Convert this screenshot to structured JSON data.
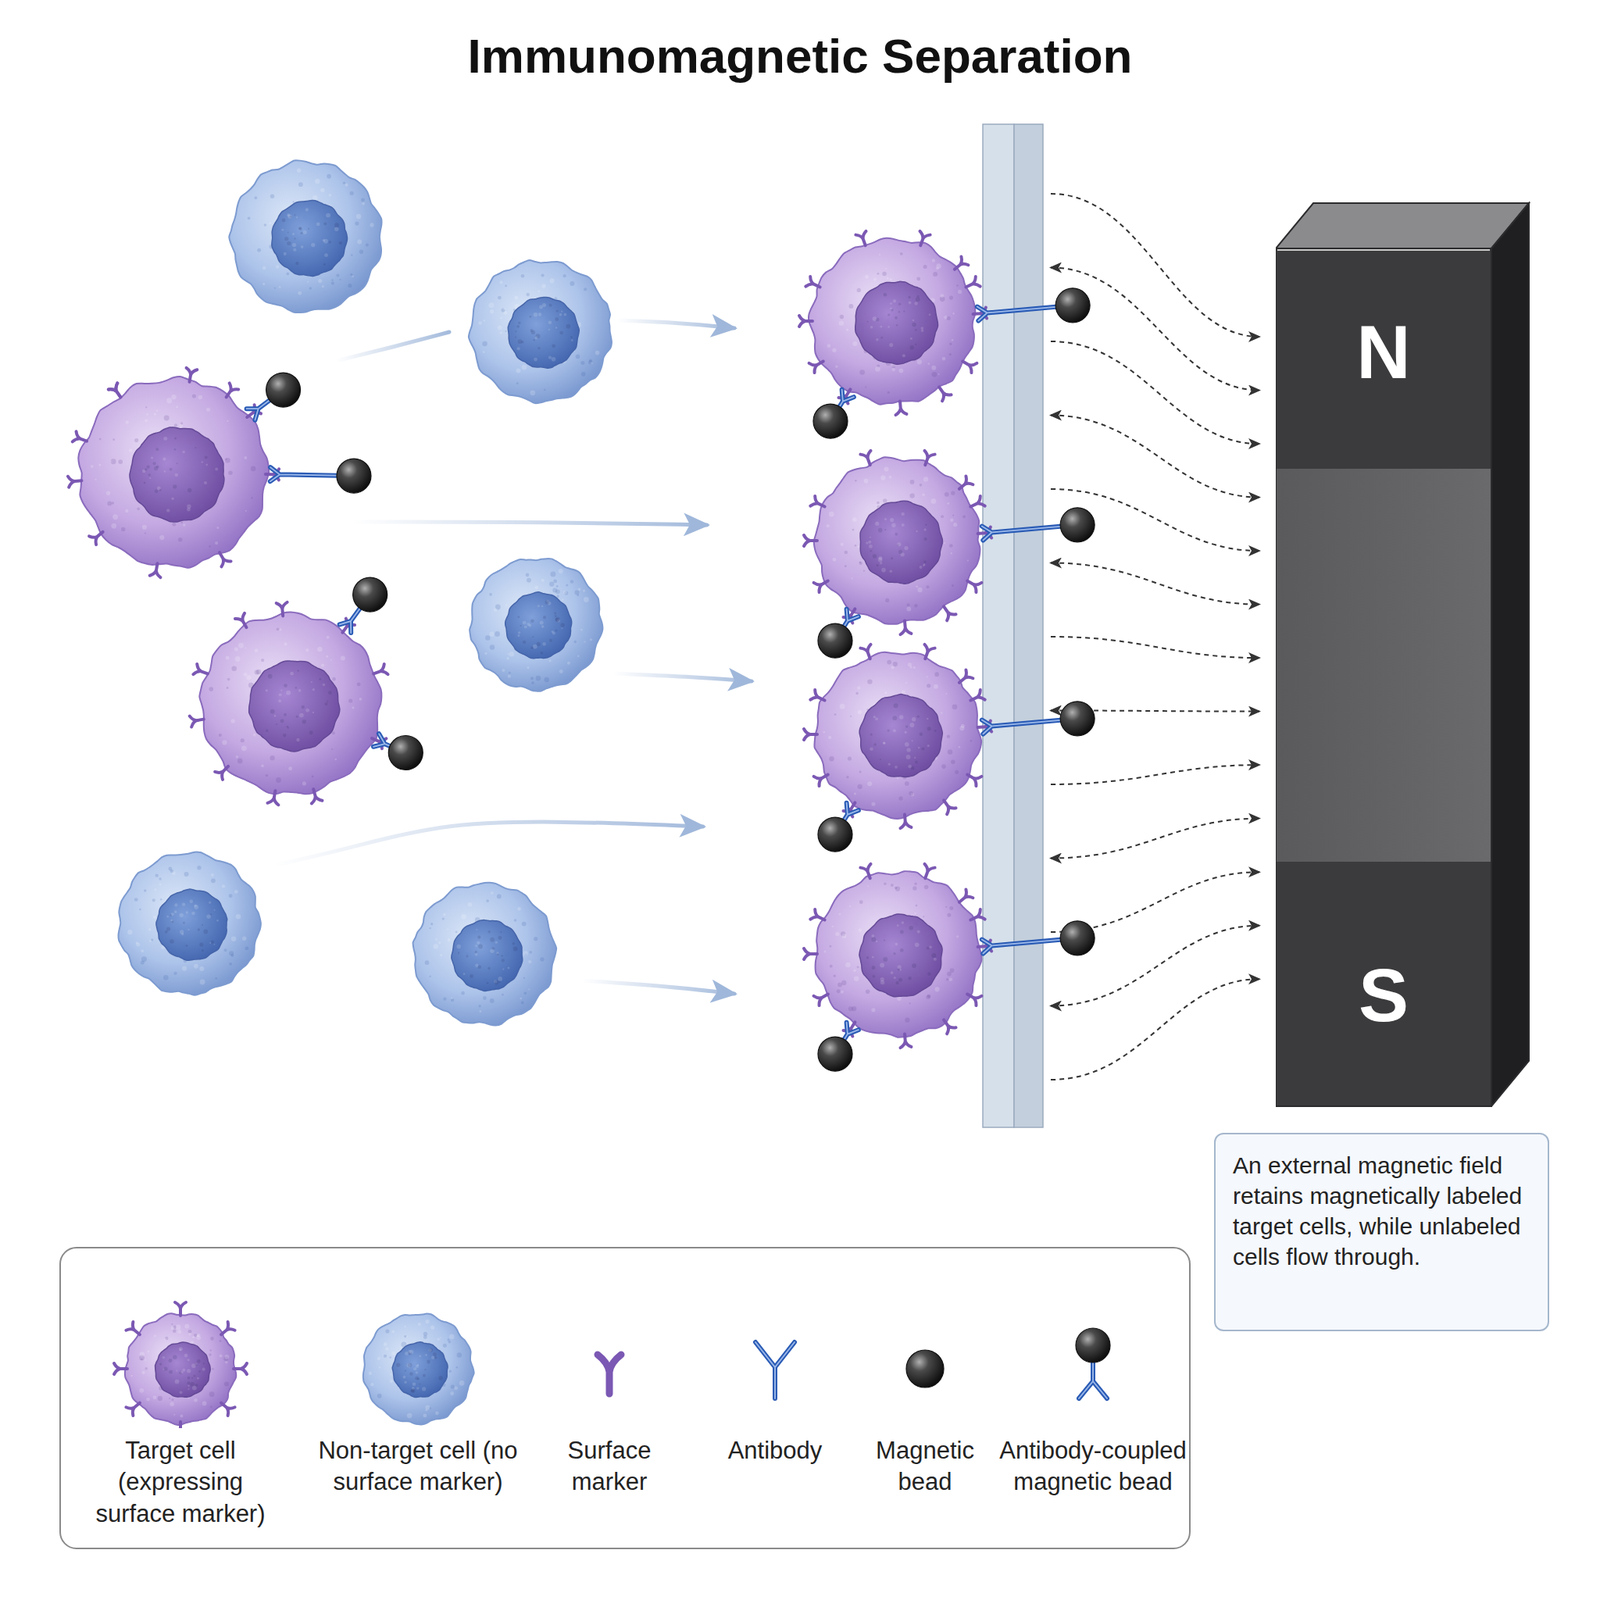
{
  "diagram": {
    "title": "Immunomagnetic Separation",
    "nodes": [
      {
        "text": [
          "N",
          "S"
        ]
      },
      {
        "text": [
          "An external magnetic field retains magnetically labeled target cells, while unlabeled cells flow through."
        ]
      }
    ],
    "legend": [
      {
        "text": "Target cell (expressing surface marker)"
      },
      {
        "text": "Non-target cell (no surface marker)"
      },
      {
        "text": "Surface marker"
      },
      {
        "text": "Antibody"
      },
      {
        "text": "Magnetic bead"
      },
      {
        "text": "Antibody-coupled magnetic bead"
      }
    ]
  }
}
